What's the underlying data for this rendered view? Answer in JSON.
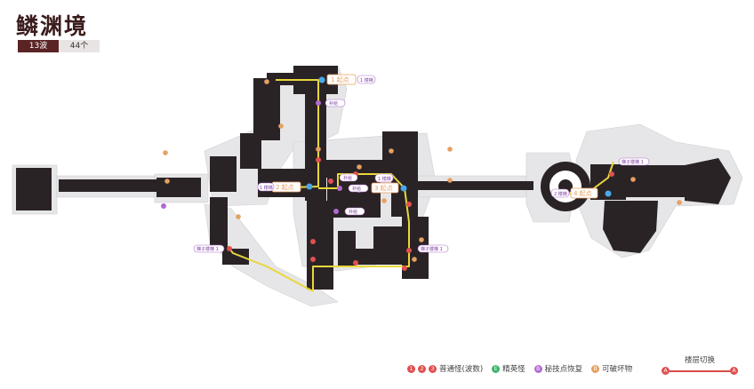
{
  "title": "鳞渊境",
  "stats": {
    "waves": "13波",
    "count": "44个"
  },
  "colors": {
    "wall": "#2a2326",
    "floor": "#e4e4e6",
    "route": "#e8d83a",
    "red": "#e05050",
    "green": "#3bb56a",
    "purple": "#b06ad0",
    "orange": "#e6a060"
  },
  "legend": {
    "red_nums": [
      "1",
      "2",
      "3"
    ],
    "red_label": "普通怪(波数)",
    "green_mark": "E",
    "green_label": "精英怪",
    "purple_mark": "B",
    "purple_label": "秘技点恢复",
    "orange_mark": "B",
    "orange_label": "可破坏物"
  },
  "floor_switch": {
    "label": "楼层切换",
    "left": "A",
    "right": "A"
  },
  "map_labels": {
    "start": "1 起点",
    "start_tag": "1 楼梯",
    "p2": "2 起点",
    "p2_tag": "1 楼梯",
    "p3": "3 起点",
    "p3_tag": "1 楼梯",
    "p4": "4 起点",
    "p4_tag": "2 楼梯",
    "purple_a": "补给",
    "purple_b": "补给",
    "purple_c": "补给",
    "purple_d": "补给",
    "tag_left": "梯子楼梯 1",
    "tag_right": "梯子楼梯 1",
    "tag_east": "梯子楼梯 1"
  }
}
